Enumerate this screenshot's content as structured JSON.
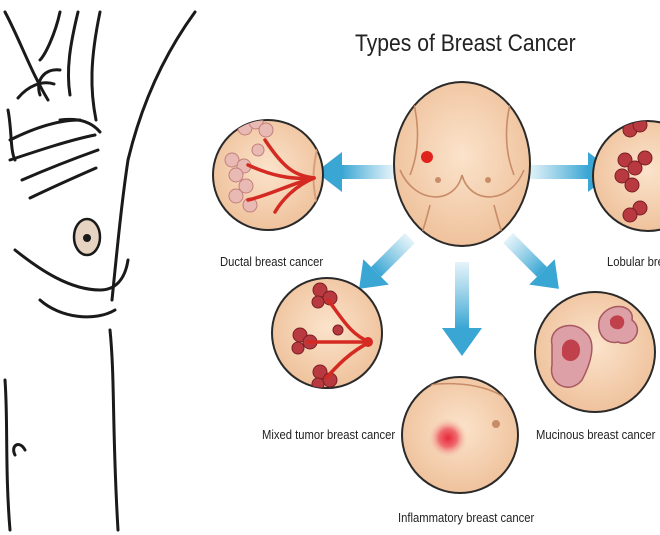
{
  "title": "Types of Breast Cancer",
  "labels": {
    "ductal": "Ductal breast cancer",
    "lobular": "Lobular bre",
    "mixed": "Mixed tumor breast cancer",
    "mucinous": "Mucinous breast cancer",
    "inflammatory": "Inflammatory breast cancer"
  },
  "colors": {
    "skin": "#f6d3b3",
    "circle_border": "#2a2a2a",
    "arrow": "#52b1d8",
    "tumor": "#e23b2e",
    "lobule": "#b83a40"
  }
}
